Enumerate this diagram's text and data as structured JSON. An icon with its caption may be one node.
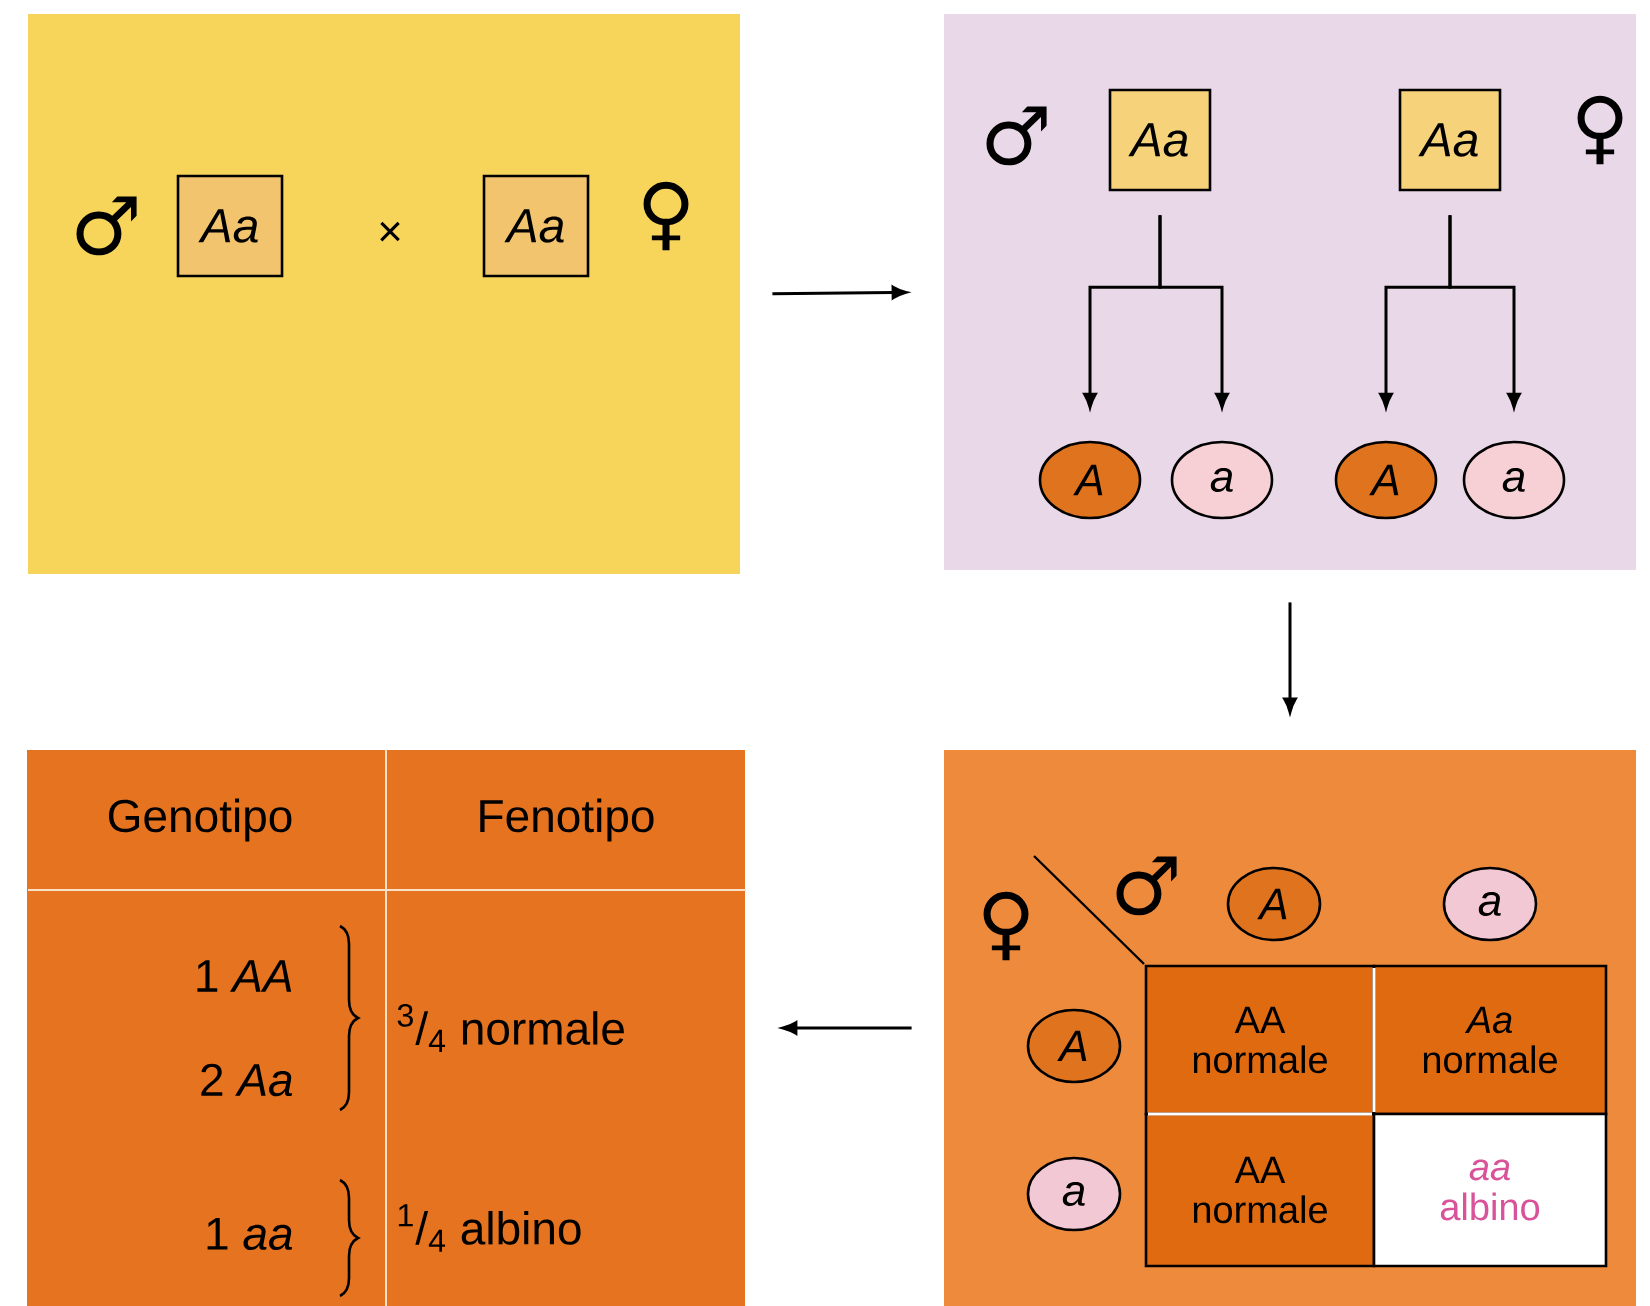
{
  "diagram": {
    "nodes": [
      {
        "text": [],
        "shape": "box"
      },
      {
        "text": [
          "Aa"
        ],
        "in": 0,
        "beside": [
          "♂"
        ]
      },
      {
        "text": [
          "Aa"
        ],
        "in": 0,
        "beside": [
          "♀"
        ]
      },
      {
        "text": [],
        "shape": "box"
      },
      {
        "text": [
          "Aa"
        ],
        "in": 3,
        "beside": [
          "♂"
        ]
      },
      {
        "text": [
          "Aa"
        ],
        "in": 3,
        "beside": [
          "♀"
        ]
      },
      {
        "text": [
          "A"
        ],
        "in": 3
      },
      {
        "text": [
          "a"
        ],
        "in": 3
      },
      {
        "text": [
          "A"
        ],
        "in": 3
      },
      {
        "text": [
          "a"
        ],
        "in": 3
      },
      {
        "text": [],
        "shape": "box"
      },
      {
        "text": [
          "A"
        ],
        "in": 10
      },
      {
        "text": [
          "a"
        ],
        "in": 10
      },
      {
        "text": [
          "A"
        ],
        "in": 10
      },
      {
        "text": [
          "a"
        ],
        "in": 10
      },
      {
        "text": [
          "AA",
          "normale"
        ],
        "in": 10
      },
      {
        "text": [
          "Aa",
          "normale"
        ],
        "in": 10
      },
      {
        "text": [
          "AA",
          "normale"
        ],
        "in": 10
      },
      {
        "text": [
          "aa",
          "albino"
        ],
        "in": 10
      },
      {
        "text": [],
        "shape": "box"
      }
    ],
    "edges": [
      {
        "from": 0,
        "to": 3,
        "arrow": "to"
      },
      {
        "from": 3,
        "to": 10,
        "arrow": "to"
      },
      {
        "from": 10,
        "to": 19,
        "arrow": "to"
      },
      {
        "from": 4,
        "to": 6,
        "arrow": "to"
      },
      {
        "from": 4,
        "to": 7,
        "arrow": "to"
      },
      {
        "from": 5,
        "to": 8,
        "arrow": "to"
      },
      {
        "from": 5,
        "to": 9,
        "arrow": "to"
      }
    ],
    "labels": [
      "×",
      "♀",
      "♂",
      "Genotipo",
      "Fenotipo",
      "1 *AA*",
      "$^{3}$/$_{4}$ normale",
      "2 *Aa*",
      "1 *aa*",
      "$^{1}$/$_{4}$ albino"
    ]
  }
}
